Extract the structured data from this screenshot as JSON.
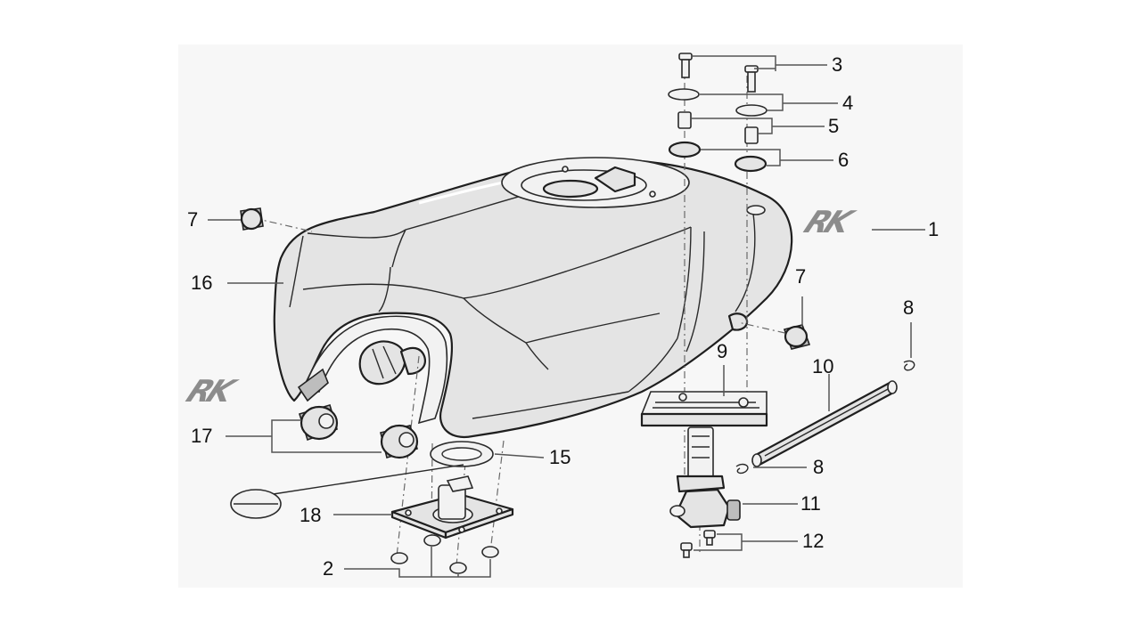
{
  "diagram": {
    "callouts": [
      {
        "id": "c1",
        "label": "1"
      },
      {
        "id": "c2",
        "label": "2"
      },
      {
        "id": "c3",
        "label": "3"
      },
      {
        "id": "c4",
        "label": "4"
      },
      {
        "id": "c5",
        "label": "5"
      },
      {
        "id": "c6",
        "label": "6"
      },
      {
        "id": "c7a",
        "label": "7"
      },
      {
        "id": "c7b",
        "label": "7"
      },
      {
        "id": "c8a",
        "label": "8"
      },
      {
        "id": "c8b",
        "label": "8"
      },
      {
        "id": "c9",
        "label": "9"
      },
      {
        "id": "c10",
        "label": "10"
      },
      {
        "id": "c11",
        "label": "11"
      },
      {
        "id": "c12",
        "label": "12"
      },
      {
        "id": "c15",
        "label": "15"
      },
      {
        "id": "c16",
        "label": "16"
      },
      {
        "id": "c17",
        "label": "17"
      },
      {
        "id": "c18",
        "label": "18"
      }
    ],
    "emblem_text": "RK"
  },
  "colors": {
    "background": "#ffffff",
    "drawing_area": "#f7f7f7",
    "line": "#1f1f1f",
    "fill": "#e4e4e4"
  }
}
